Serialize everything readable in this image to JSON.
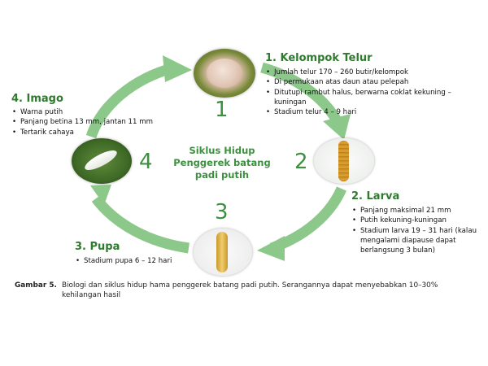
{
  "diagram": {
    "center_title": "Siklus Hidup Penggerek batang padi putih",
    "stages": [
      {
        "number": "1",
        "title": "1. Kelompok Telur",
        "photo_icon": "egg-mass-photo",
        "bullets": [
          "Jumlah telur 170 – 260 butir/kelompok",
          "Di permukaan atas daun atau pelepah",
          "Ditutupi rambut halus, berwarna coklat kekuning – kuningan",
          "Stadium telur 4 – 9 hari"
        ]
      },
      {
        "number": "2",
        "title": "2. Larva",
        "photo_icon": "larva-photo",
        "bullets": [
          "Panjang maksimal 21 mm",
          "Putih kekuning-kuningan",
          "Stadium larva 19 – 31 hari (kalau mengalami diapause dapat berlangsung 3 bulan)"
        ]
      },
      {
        "number": "3",
        "title": "3. Pupa",
        "photo_icon": "pupa-photo",
        "bullets": [
          "Stadium pupa 6 – 12 hari"
        ]
      },
      {
        "number": "4",
        "title": "4. Imago",
        "photo_icon": "moth-photo",
        "bullets": [
          "Warna putih",
          "Panjang betina 13 mm, jantan 11 mm",
          "Tertarik cahaya"
        ]
      }
    ],
    "colors": {
      "arrow_green": "#8cc88a",
      "arrow_green_dark": "#74b872",
      "number_green": "#3d9040",
      "title_green": "#2f7a2f"
    }
  },
  "caption": {
    "label": "Gambar 5.",
    "text": "Biologi dan siklus hidup hama penggerek batang padi putih. Serangannya dapat menyebabkan 10–30% kehilangan hasil"
  }
}
